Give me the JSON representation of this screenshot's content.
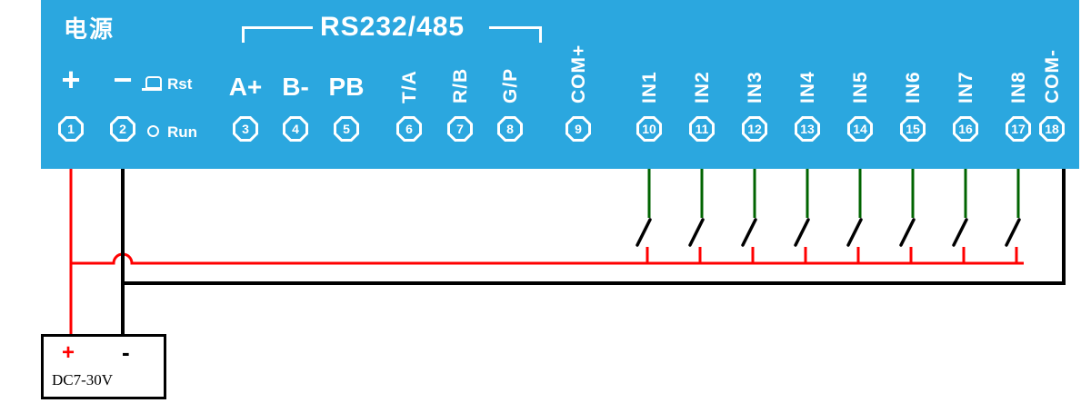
{
  "panel": {
    "power_label": "电源",
    "rst_label": "Rst",
    "run_label": "Run",
    "bus_label": "RS232/485",
    "bg_color": "#2BA7DF"
  },
  "terminals": [
    {
      "num": "1",
      "label": "+",
      "style": "big"
    },
    {
      "num": "2",
      "label": "−",
      "style": "big"
    },
    {
      "num": "3",
      "label": "A+",
      "style": "horiz"
    },
    {
      "num": "4",
      "label": "B-",
      "style": "horiz"
    },
    {
      "num": "5",
      "label": "PB",
      "style": "horiz"
    },
    {
      "num": "6",
      "label": "T/A",
      "style": "vert"
    },
    {
      "num": "7",
      "label": "R/B",
      "style": "vert"
    },
    {
      "num": "8",
      "label": "G/P",
      "style": "vert"
    },
    {
      "num": "9",
      "label": "COM+",
      "style": "vert"
    },
    {
      "num": "10",
      "label": "IN1",
      "style": "vert"
    },
    {
      "num": "11",
      "label": "IN2",
      "style": "vert"
    },
    {
      "num": "12",
      "label": "IN3",
      "style": "vert"
    },
    {
      "num": "13",
      "label": "IN4",
      "style": "vert"
    },
    {
      "num": "14",
      "label": "IN5",
      "style": "vert"
    },
    {
      "num": "15",
      "label": "IN6",
      "style": "vert"
    },
    {
      "num": "16",
      "label": "IN7",
      "style": "vert"
    },
    {
      "num": "17",
      "label": "IN8",
      "style": "vert"
    },
    {
      "num": "18",
      "label": "COM-",
      "style": "vert"
    }
  ],
  "power_supply": {
    "plus": "+",
    "minus": "-",
    "label": "DC7-30V"
  },
  "wires": {
    "positive_color": "#FF0000",
    "negative_color": "#000000",
    "input_color": "#006400",
    "switch_color": "#000000"
  }
}
